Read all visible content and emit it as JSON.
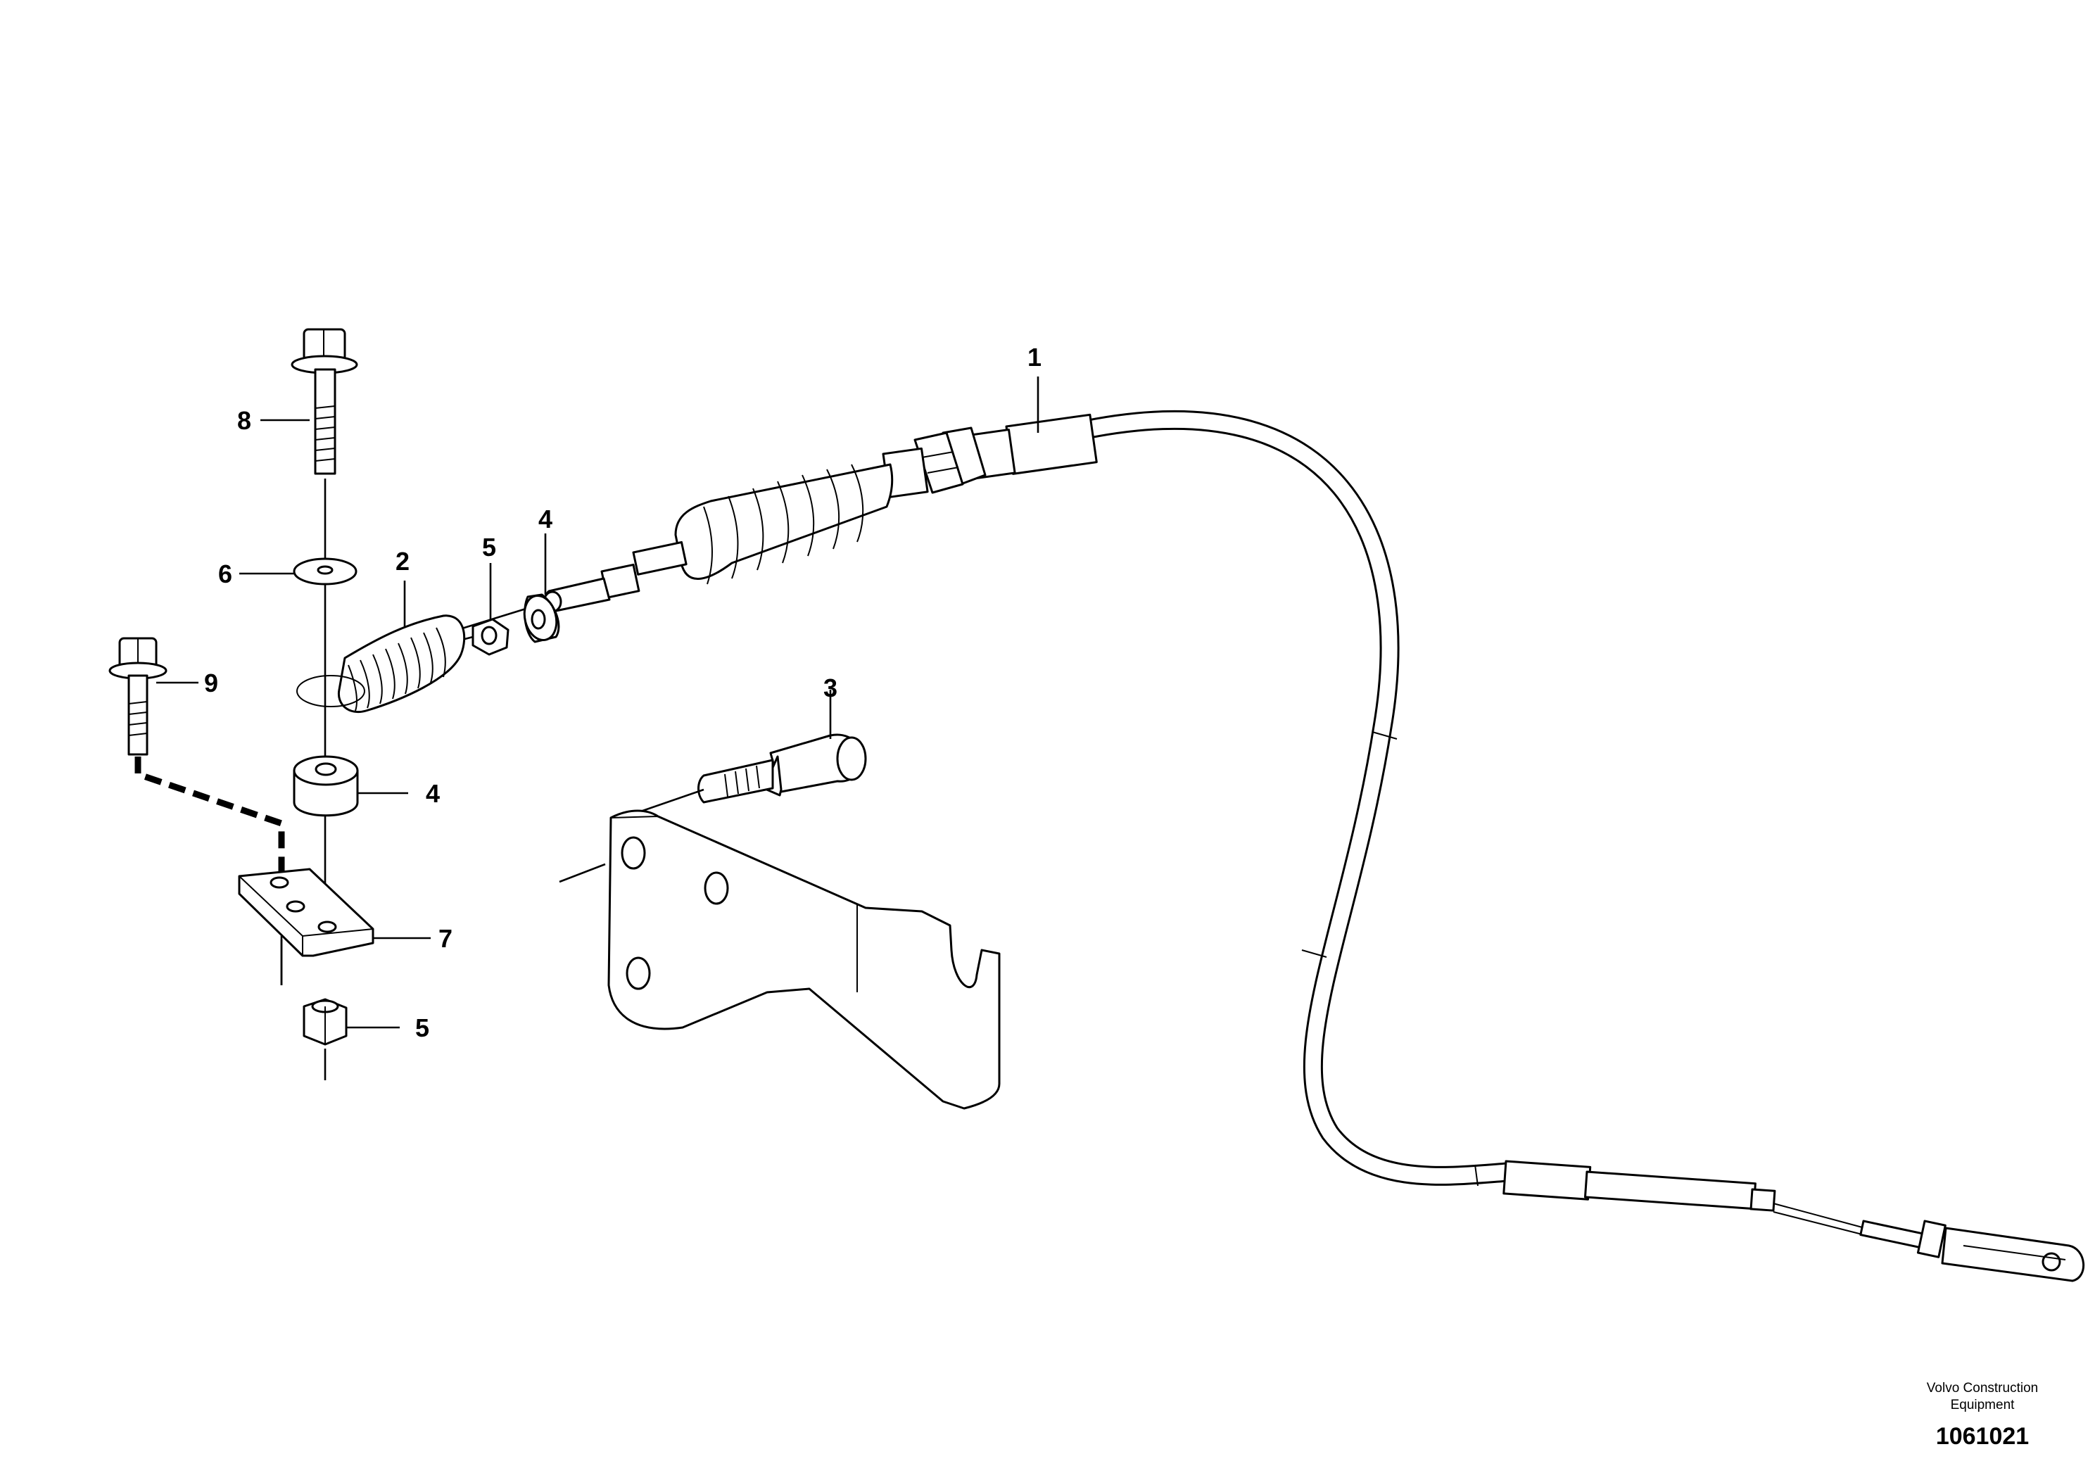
{
  "callouts": {
    "c1": "1",
    "c2": "2",
    "c3": "3",
    "c4a": "4",
    "c4b": "4",
    "c5a": "5",
    "c5b": "5",
    "c6": "6",
    "c7": "7",
    "c8": "8",
    "c9": "9"
  },
  "footer": {
    "company_line1": "Volvo Construction",
    "company_line2": "Equipment",
    "drawing_number": "1061021"
  }
}
